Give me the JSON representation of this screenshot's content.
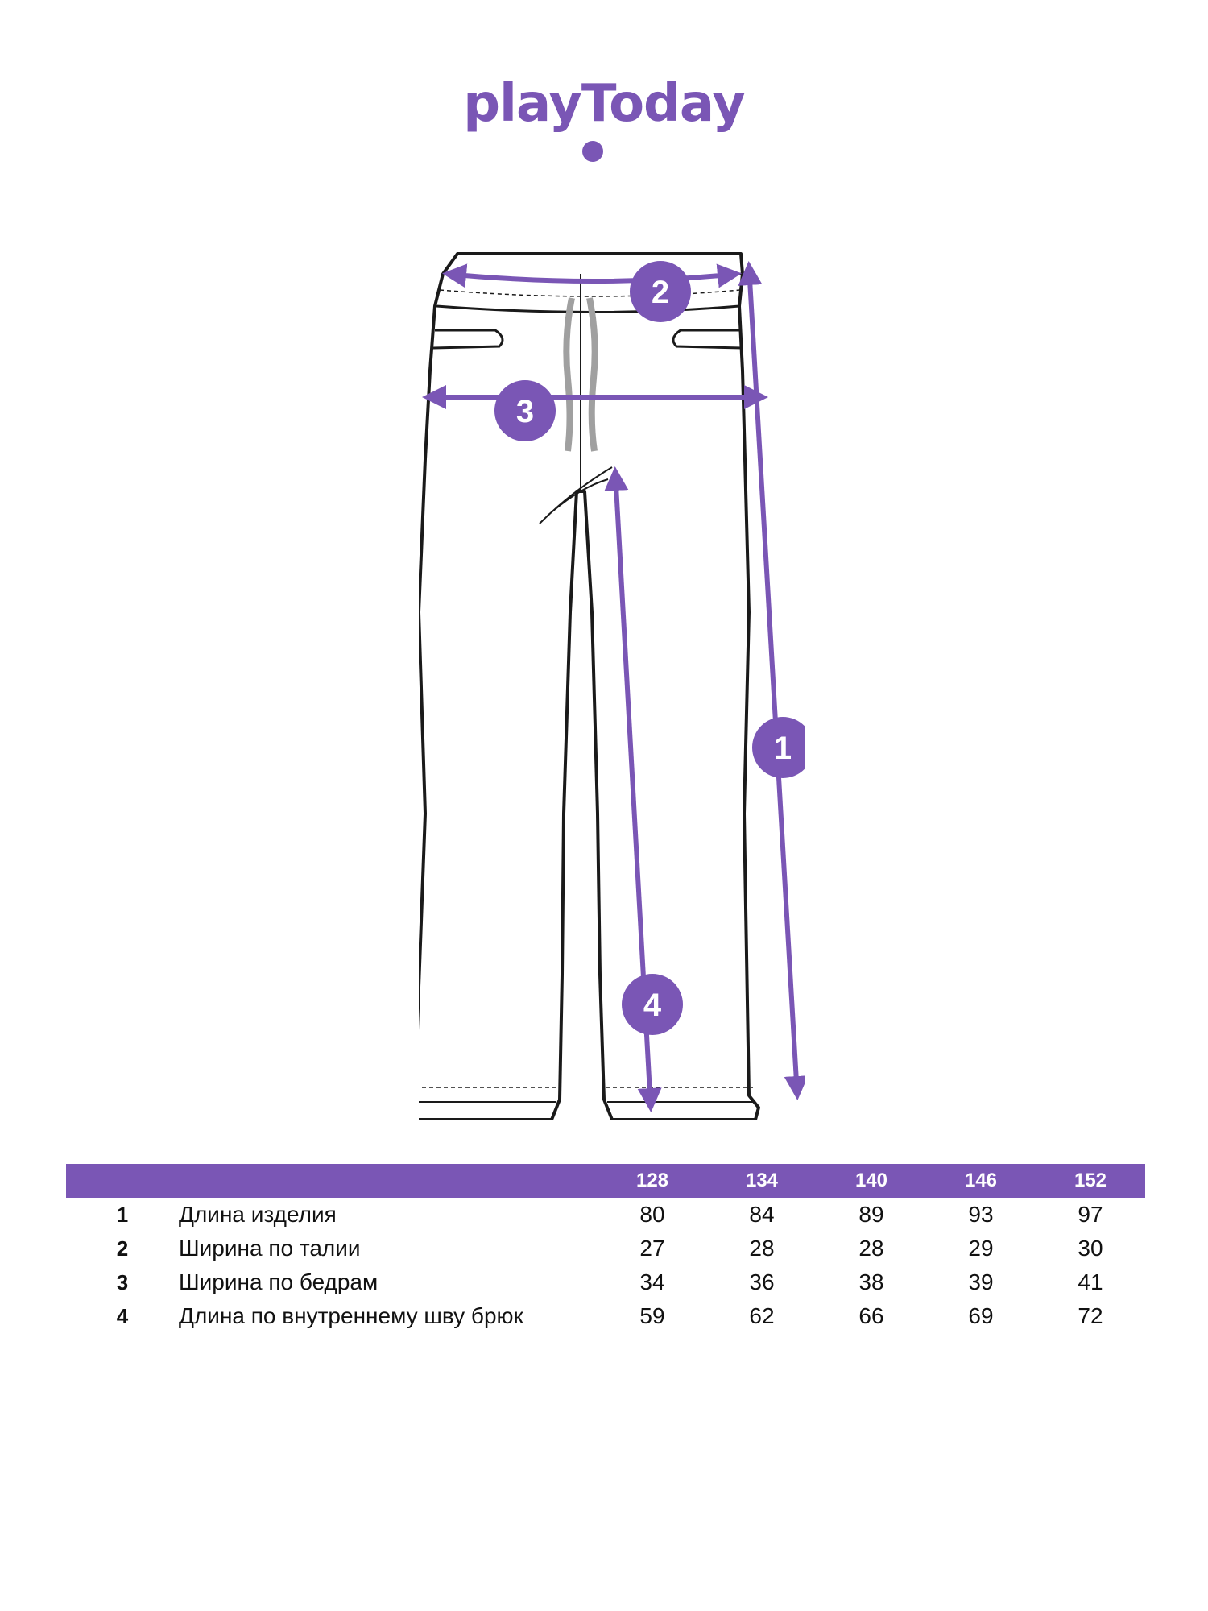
{
  "logo": {
    "text": "playToday"
  },
  "colors": {
    "brand": "#7a56b5",
    "outline": "#1a1a1a",
    "drawstring": "#a0a0a0"
  },
  "markers": [
    "1",
    "2",
    "3",
    "4"
  ],
  "table": {
    "sizes": [
      "128",
      "134",
      "140",
      "146",
      "152"
    ],
    "rows": [
      {
        "num": "1",
        "name": "Длина изделия",
        "values": [
          "80",
          "84",
          "89",
          "93",
          "97"
        ]
      },
      {
        "num": "2",
        "name": "Ширина по талии",
        "values": [
          "27",
          "28",
          "28",
          "29",
          "30"
        ]
      },
      {
        "num": "3",
        "name": "Ширина по бедрам",
        "values": [
          "34",
          "36",
          "38",
          "39",
          "41"
        ]
      },
      {
        "num": "4",
        "name": "Длина по внутреннему шву брюк",
        "values": [
          "59",
          "62",
          "66",
          "69",
          "72"
        ]
      }
    ]
  }
}
